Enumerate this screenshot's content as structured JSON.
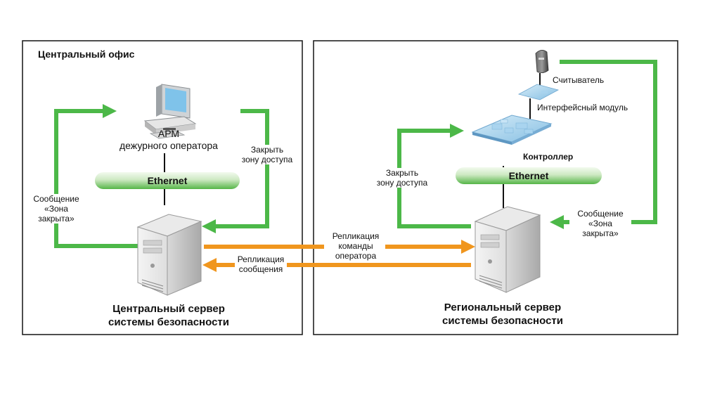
{
  "central_office": {
    "title": "Центральный офис",
    "workstation_label": "АРМ\nдежурного оператора",
    "ethernet_label": "Ethernet",
    "close_zone_label": "Закрыть\nзону доступа",
    "message_label": "Сообщение\n«Зона\nзакрыта»",
    "server_label": "Центральный сервер\nсистемы безопасности"
  },
  "replication": {
    "commands_label": "Репликация\nкоманды\nоператора",
    "messages_label": "Репликация\nсообщения"
  },
  "regional_office": {
    "reader_label": "Считыватель",
    "interface_module_label": "Интерфейсный модуль",
    "controller_label": "Контроллер",
    "ethernet_label": "Ethernet",
    "close_zone_label": "Закрыть\nзону доступа",
    "message_label": "Сообщение\n«Зона\nзакрыта»",
    "server_label": "Региональный сервер\nсистемы безопасности"
  },
  "colors": {
    "green_arrow": "#4cb848",
    "orange_arrow": "#f0961e",
    "ethernet_bar_light": "#e2f3dc",
    "ethernet_bar_dark": "#5dbb4c",
    "frame": "#222222"
  },
  "icons": [
    "computer-icon",
    "server-icon",
    "card-reader-icon",
    "circuit-board-icon"
  ]
}
